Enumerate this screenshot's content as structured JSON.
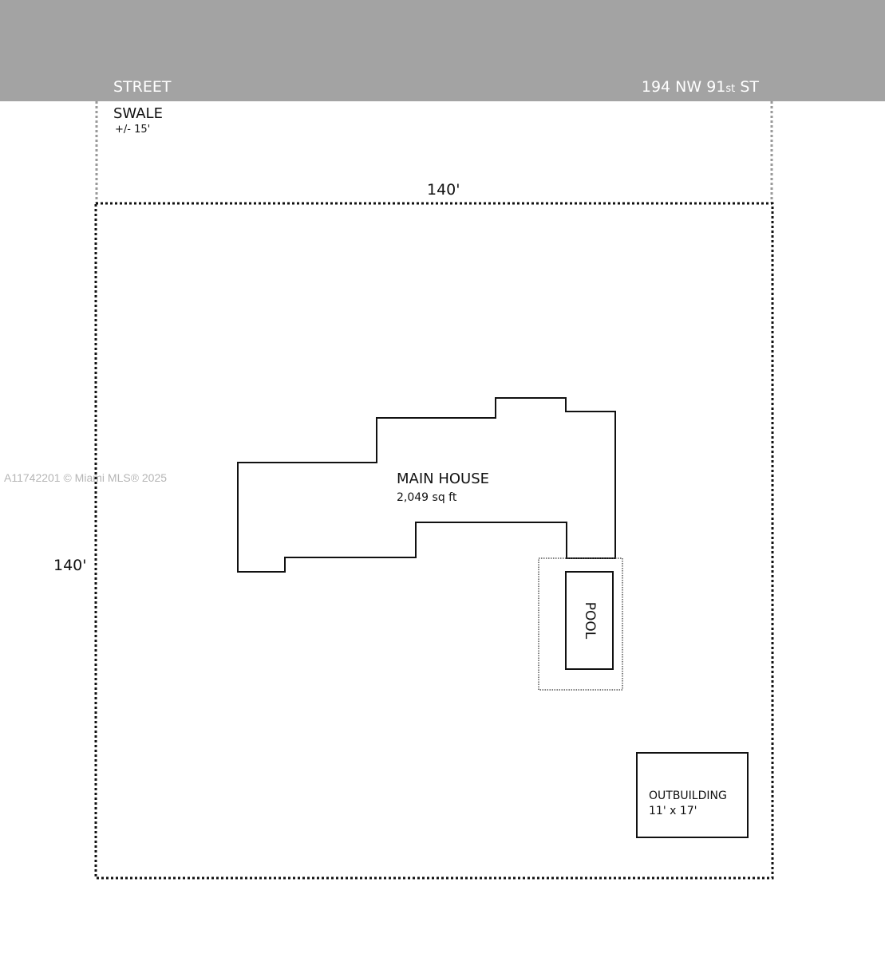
{
  "street": {
    "label": "STREET",
    "address_prefix": "194 NW 91",
    "address_ordinal": "st",
    "address_suffix": " ST",
    "band_color": "#a3a3a3"
  },
  "swale": {
    "label": "SWALE",
    "dimension": "+/- 15'"
  },
  "lot": {
    "top_dimension": "140'",
    "side_dimension": "140'"
  },
  "main_house": {
    "label": "MAIN HOUSE",
    "area": "2,049 sq ft"
  },
  "pool": {
    "label": "POOL"
  },
  "outbuilding": {
    "label": "OUTBUILDING",
    "dimension": "11' x 17'"
  },
  "watermark": {
    "text": "A11742201 © Miami MLS® 2025"
  }
}
